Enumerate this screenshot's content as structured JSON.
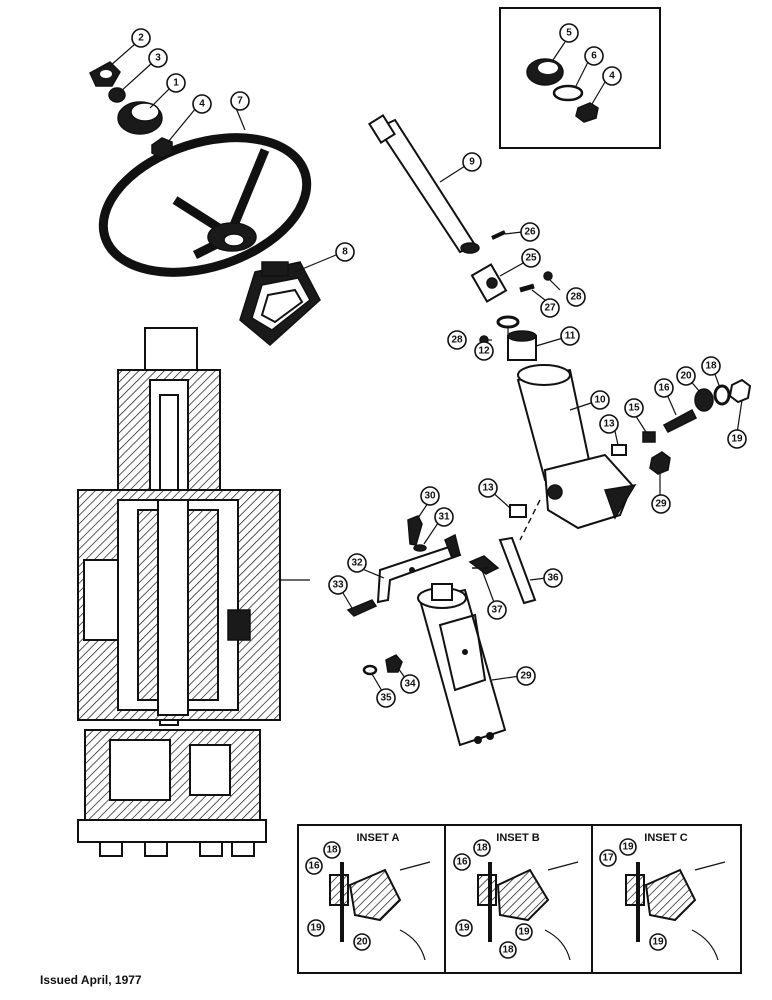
{
  "footer": {
    "issued": "Issued April, 1977"
  },
  "insets": [
    {
      "title": "INSET A",
      "callouts": [
        "16",
        "18",
        "19",
        "20"
      ]
    },
    {
      "title": "INSET B",
      "callouts": [
        "16",
        "18",
        "19",
        "18",
        "19"
      ]
    },
    {
      "title": "INSET C",
      "callouts": [
        "17",
        "19",
        "19"
      ]
    }
  ],
  "callouts": {
    "c1": "1",
    "c2": "2",
    "c3": "3",
    "c4a": "4",
    "c4b": "4",
    "c5": "5",
    "c6": "6",
    "c7": "7",
    "c8": "8",
    "c9": "9",
    "c10": "10",
    "c11": "11",
    "c12": "12",
    "c13a": "13",
    "c13b": "13",
    "c15": "15",
    "c16": "16",
    "c18": "18",
    "c19": "19",
    "c20": "20",
    "c25": "25",
    "c26": "26",
    "c27": "27",
    "c28a": "28",
    "c28b": "28",
    "c29a": "29",
    "c29b": "29",
    "c30": "30",
    "c31": "31",
    "c32": "32",
    "c33": "33",
    "c34": "34",
    "c35": "35",
    "c36": "36",
    "c37": "37"
  }
}
